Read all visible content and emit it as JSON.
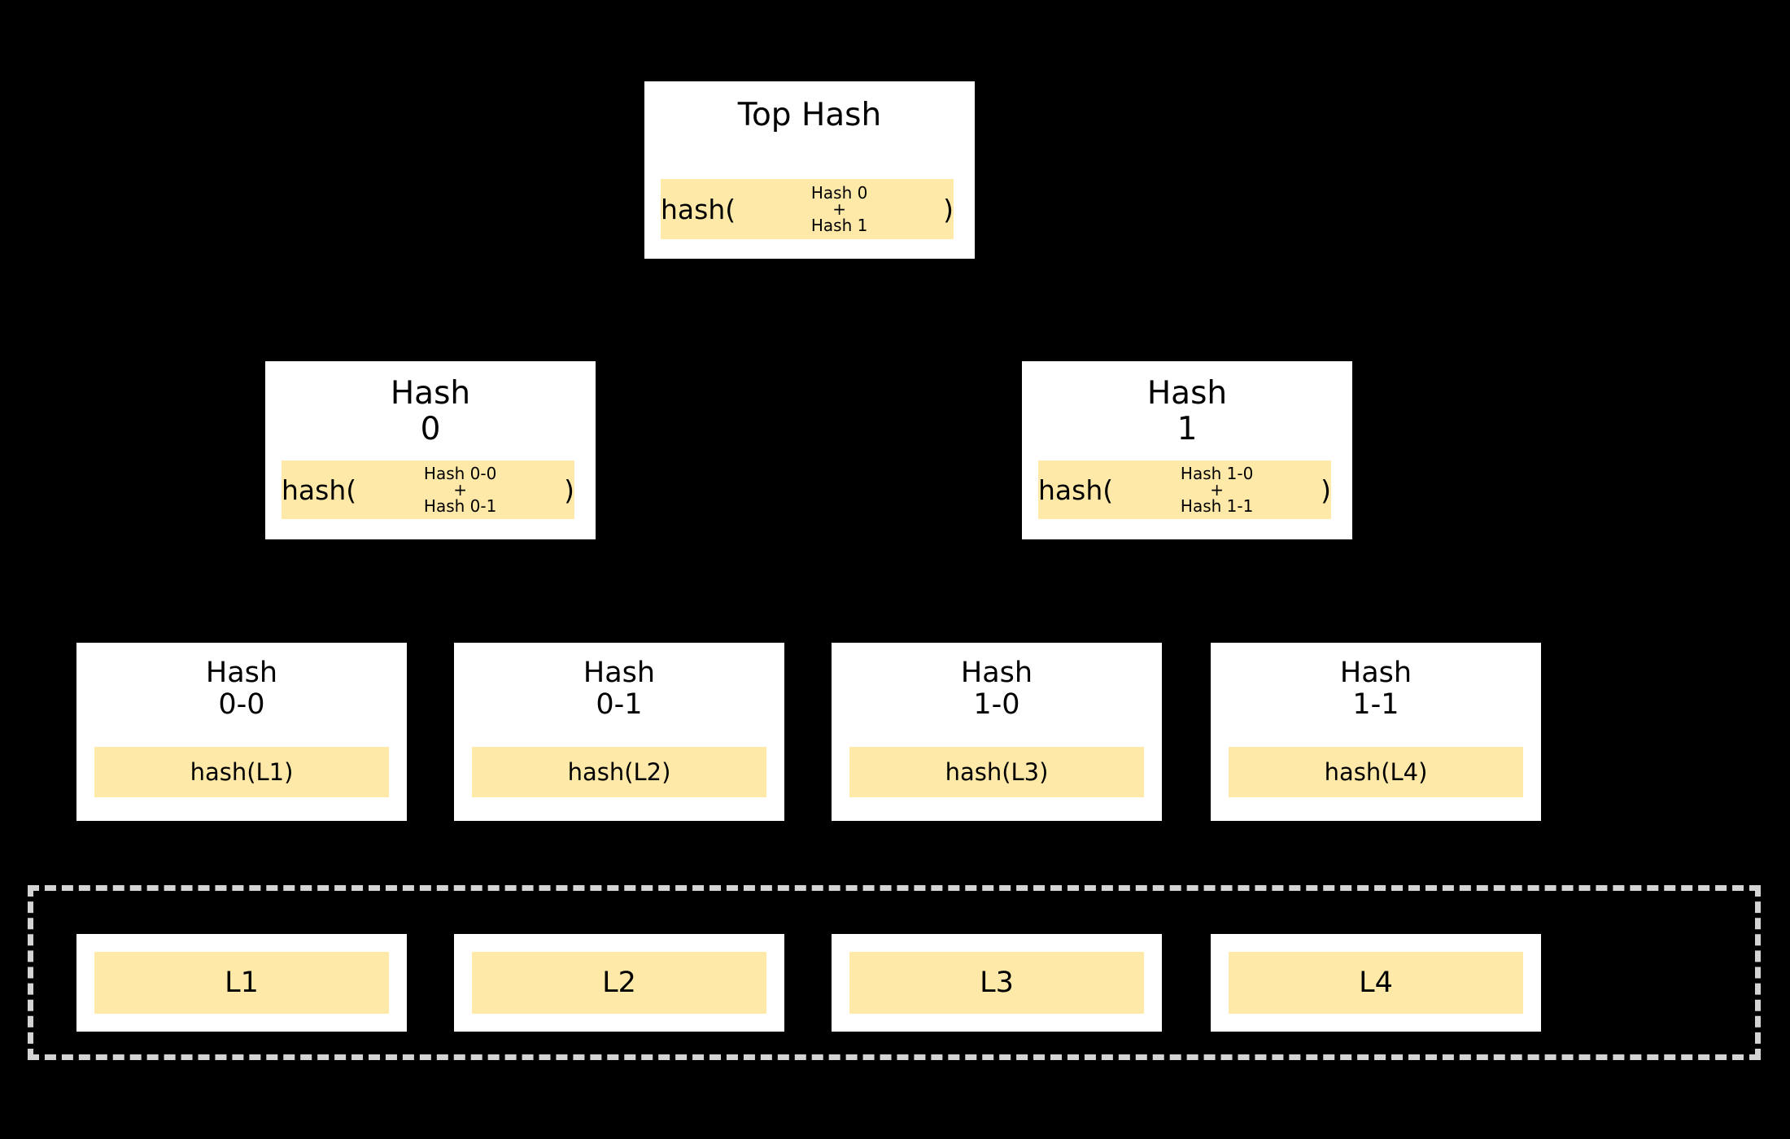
{
  "diagram": {
    "type": "merkle-tree",
    "background_color": "#000000",
    "node_fill": "#ffffff",
    "hash_chip_color": "#ffe9a8",
    "dashed_frame_color": "#d4d4d4",
    "text_color": "#000000"
  },
  "root": {
    "title": "Top Hash",
    "hash_open": "hash(",
    "hash_close": ")",
    "arg_top": "Hash 0",
    "arg_plus": "+",
    "arg_bottom": "Hash 1"
  },
  "level1": [
    {
      "title": "Hash\n0",
      "hash_open": "hash(",
      "hash_close": ")",
      "arg_top": "Hash 0-0",
      "arg_plus": "+",
      "arg_bottom": "Hash 0-1"
    },
    {
      "title": "Hash\n1",
      "hash_open": "hash(",
      "hash_close": ")",
      "arg_top": "Hash 1-0",
      "arg_plus": "+",
      "arg_bottom": "Hash 1-1"
    }
  ],
  "leaf_hashes": [
    {
      "title": "Hash\n0-0",
      "expression": "hash(L1)"
    },
    {
      "title": "Hash\n0-1",
      "expression": "hash(L2)"
    },
    {
      "title": "Hash\n1-0",
      "expression": "hash(L3)"
    },
    {
      "title": "Hash\n1-1",
      "expression": "hash(L4)"
    }
  ],
  "data_blocks": [
    {
      "label": "L1"
    },
    {
      "label": "L2"
    },
    {
      "label": "L3"
    },
    {
      "label": "L4"
    }
  ]
}
